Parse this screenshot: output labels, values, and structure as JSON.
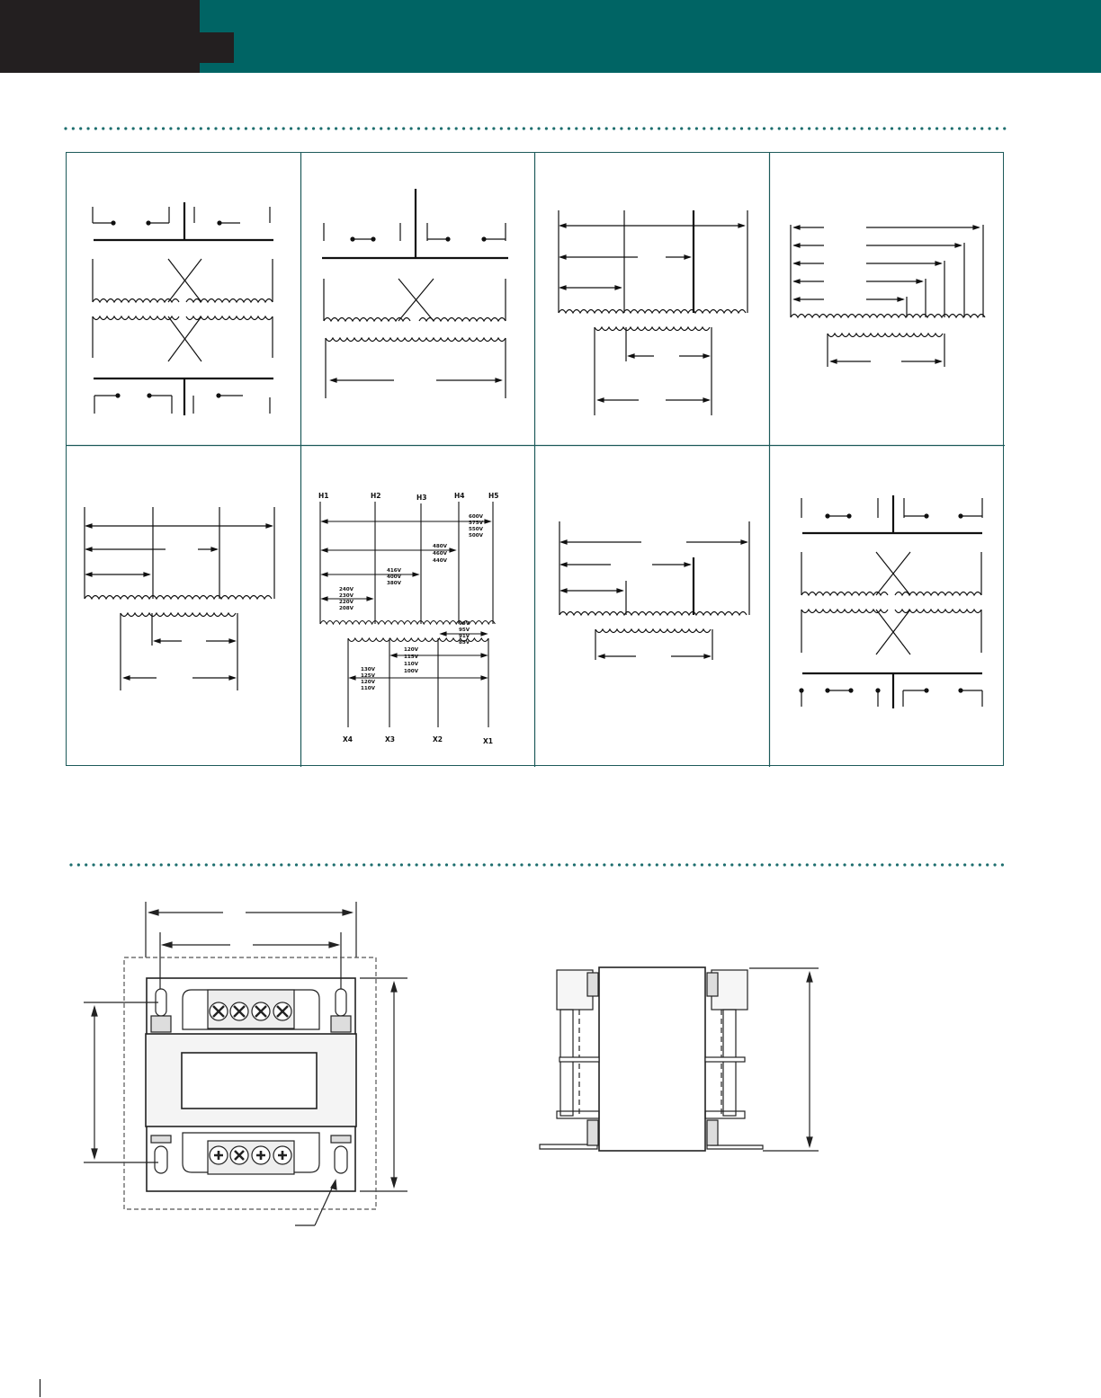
{
  "header": {
    "band_color": "#006464",
    "tab_color": "#231f20"
  },
  "wiring_diagrams": {
    "diagram_6": {
      "h_terminals": [
        "H1",
        "H2",
        "H3",
        "H4",
        "H5"
      ],
      "x_terminals": [
        "X4",
        "X3",
        "X2",
        "X1"
      ],
      "primary_ratings": [
        [
          "600V",
          "575V",
          "550V",
          "500V"
        ],
        [
          "480V",
          "460V",
          "440V"
        ],
        [
          "416V",
          "400V",
          "380V"
        ],
        [
          "240V",
          "230V",
          "220V",
          "208V"
        ]
      ],
      "secondary_ratings": [
        [
          "99V",
          "95V",
          "91V",
          "85V"
        ],
        [
          "120V",
          "115V",
          "110V",
          "100V"
        ],
        [
          "130V",
          "125V",
          "120V",
          "110V"
        ]
      ]
    }
  },
  "colors": {
    "accent": "#006464",
    "grid_border": "#1d5a5a",
    "dots": "#1d6e6e"
  }
}
